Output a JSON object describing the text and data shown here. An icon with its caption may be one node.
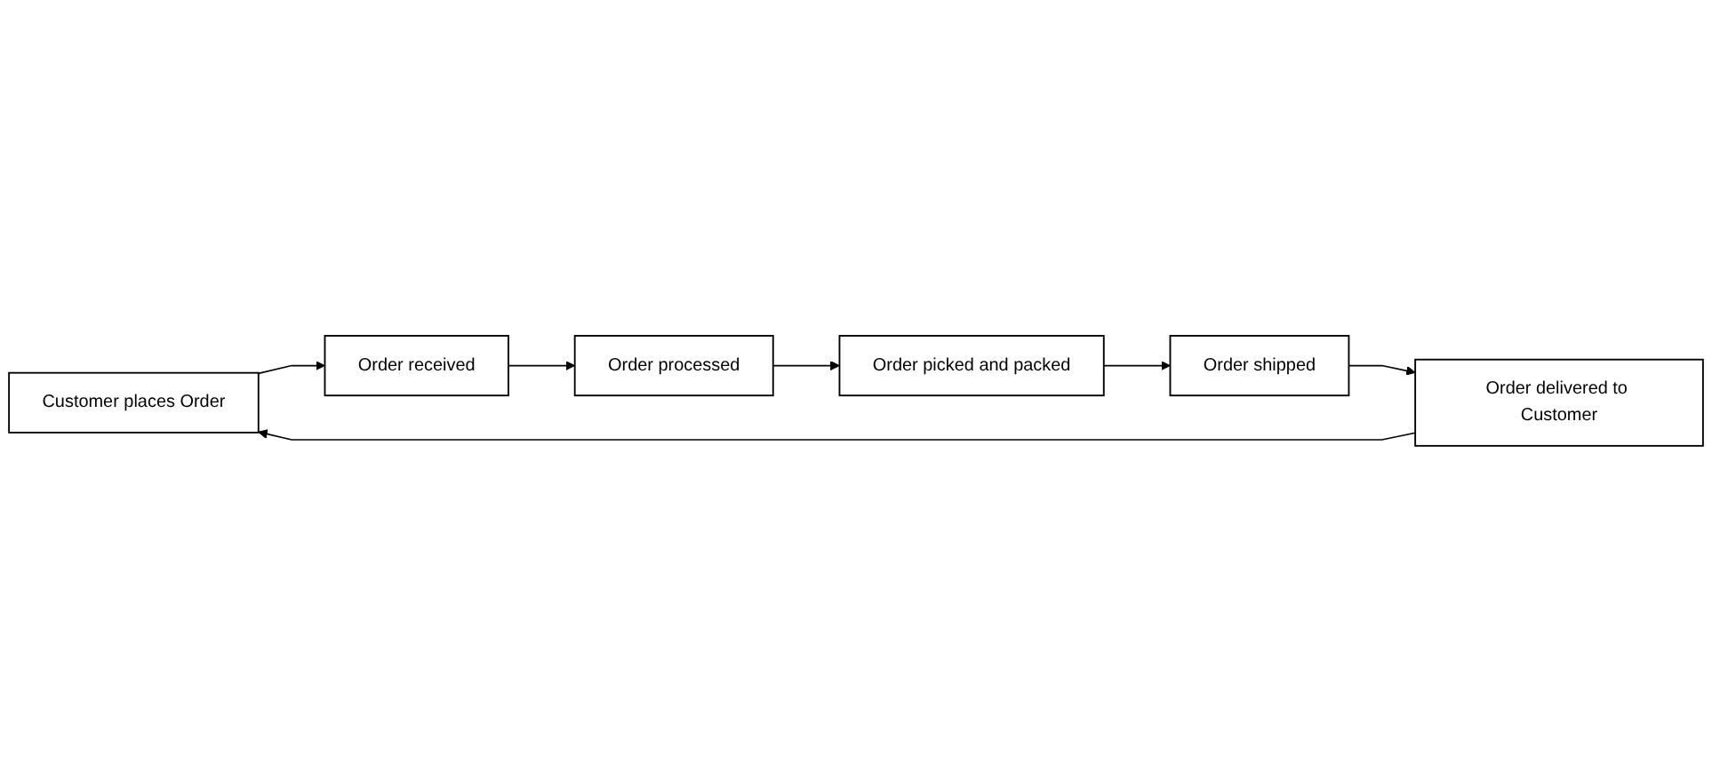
{
  "diagram": {
    "nodes": [
      {
        "text": [
          "Customer places Order"
        ]
      },
      {
        "text": [
          "Order delivered to Customer"
        ]
      },
      {
        "text": [
          "Order shipped"
        ]
      },
      {
        "text": [
          "Order received"
        ]
      },
      {
        "text": [
          "Order processed"
        ]
      },
      {
        "text": [
          "Order picked and packed"
        ]
      }
    ],
    "edges": [
      {
        "from": 0,
        "to": 3,
        "arrow": "to"
      },
      {
        "from": 3,
        "to": 4,
        "arrow": "to"
      },
      {
        "from": 4,
        "to": 5,
        "arrow": "to"
      },
      {
        "from": 5,
        "to": 2,
        "arrow": "to"
      },
      {
        "from": 2,
        "to": 1,
        "arrow": "to"
      },
      {
        "from": 1,
        "to": 0,
        "arrow": "to"
      }
    ]
  }
}
